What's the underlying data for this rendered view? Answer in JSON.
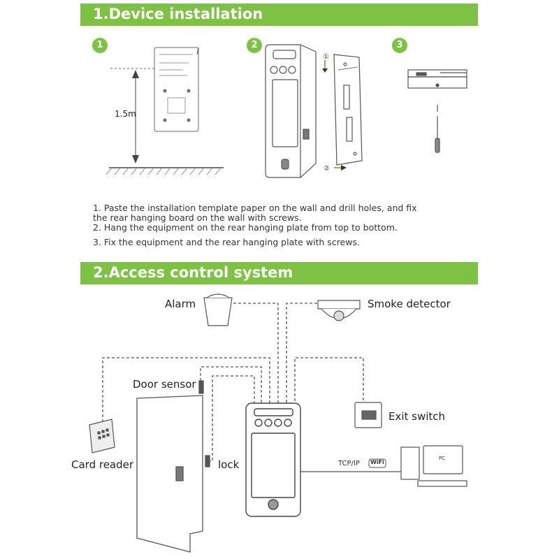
{
  "section1": {
    "title": "1.Device installation",
    "steps": [
      "1",
      "2",
      "3"
    ],
    "height_label": "1.5m",
    "arrow_steps": [
      "①",
      "②"
    ],
    "instructions": [
      "1. Paste the installation template paper on the wall and drill holes, and fix the rear hanging board on the wall with screws.",
      "2. Hang the equipment on the rear hanging plate from top to bottom.",
      "3. Fix the equipment and the rear hanging plate with screws."
    ]
  },
  "section2": {
    "title": "2.Access control system",
    "labels": {
      "alarm": "Alarm",
      "smoke_detector": "Smoke detector",
      "door_sensor": "Door sensor",
      "exit_switch": "Exit switch",
      "card_reader": "Card reader",
      "lock": "lock",
      "tcpip": "TCP/IP",
      "wifi": "WiFi",
      "pc": "PC"
    }
  },
  "colors": {
    "accent": "#7dc242",
    "line": "#555555"
  }
}
